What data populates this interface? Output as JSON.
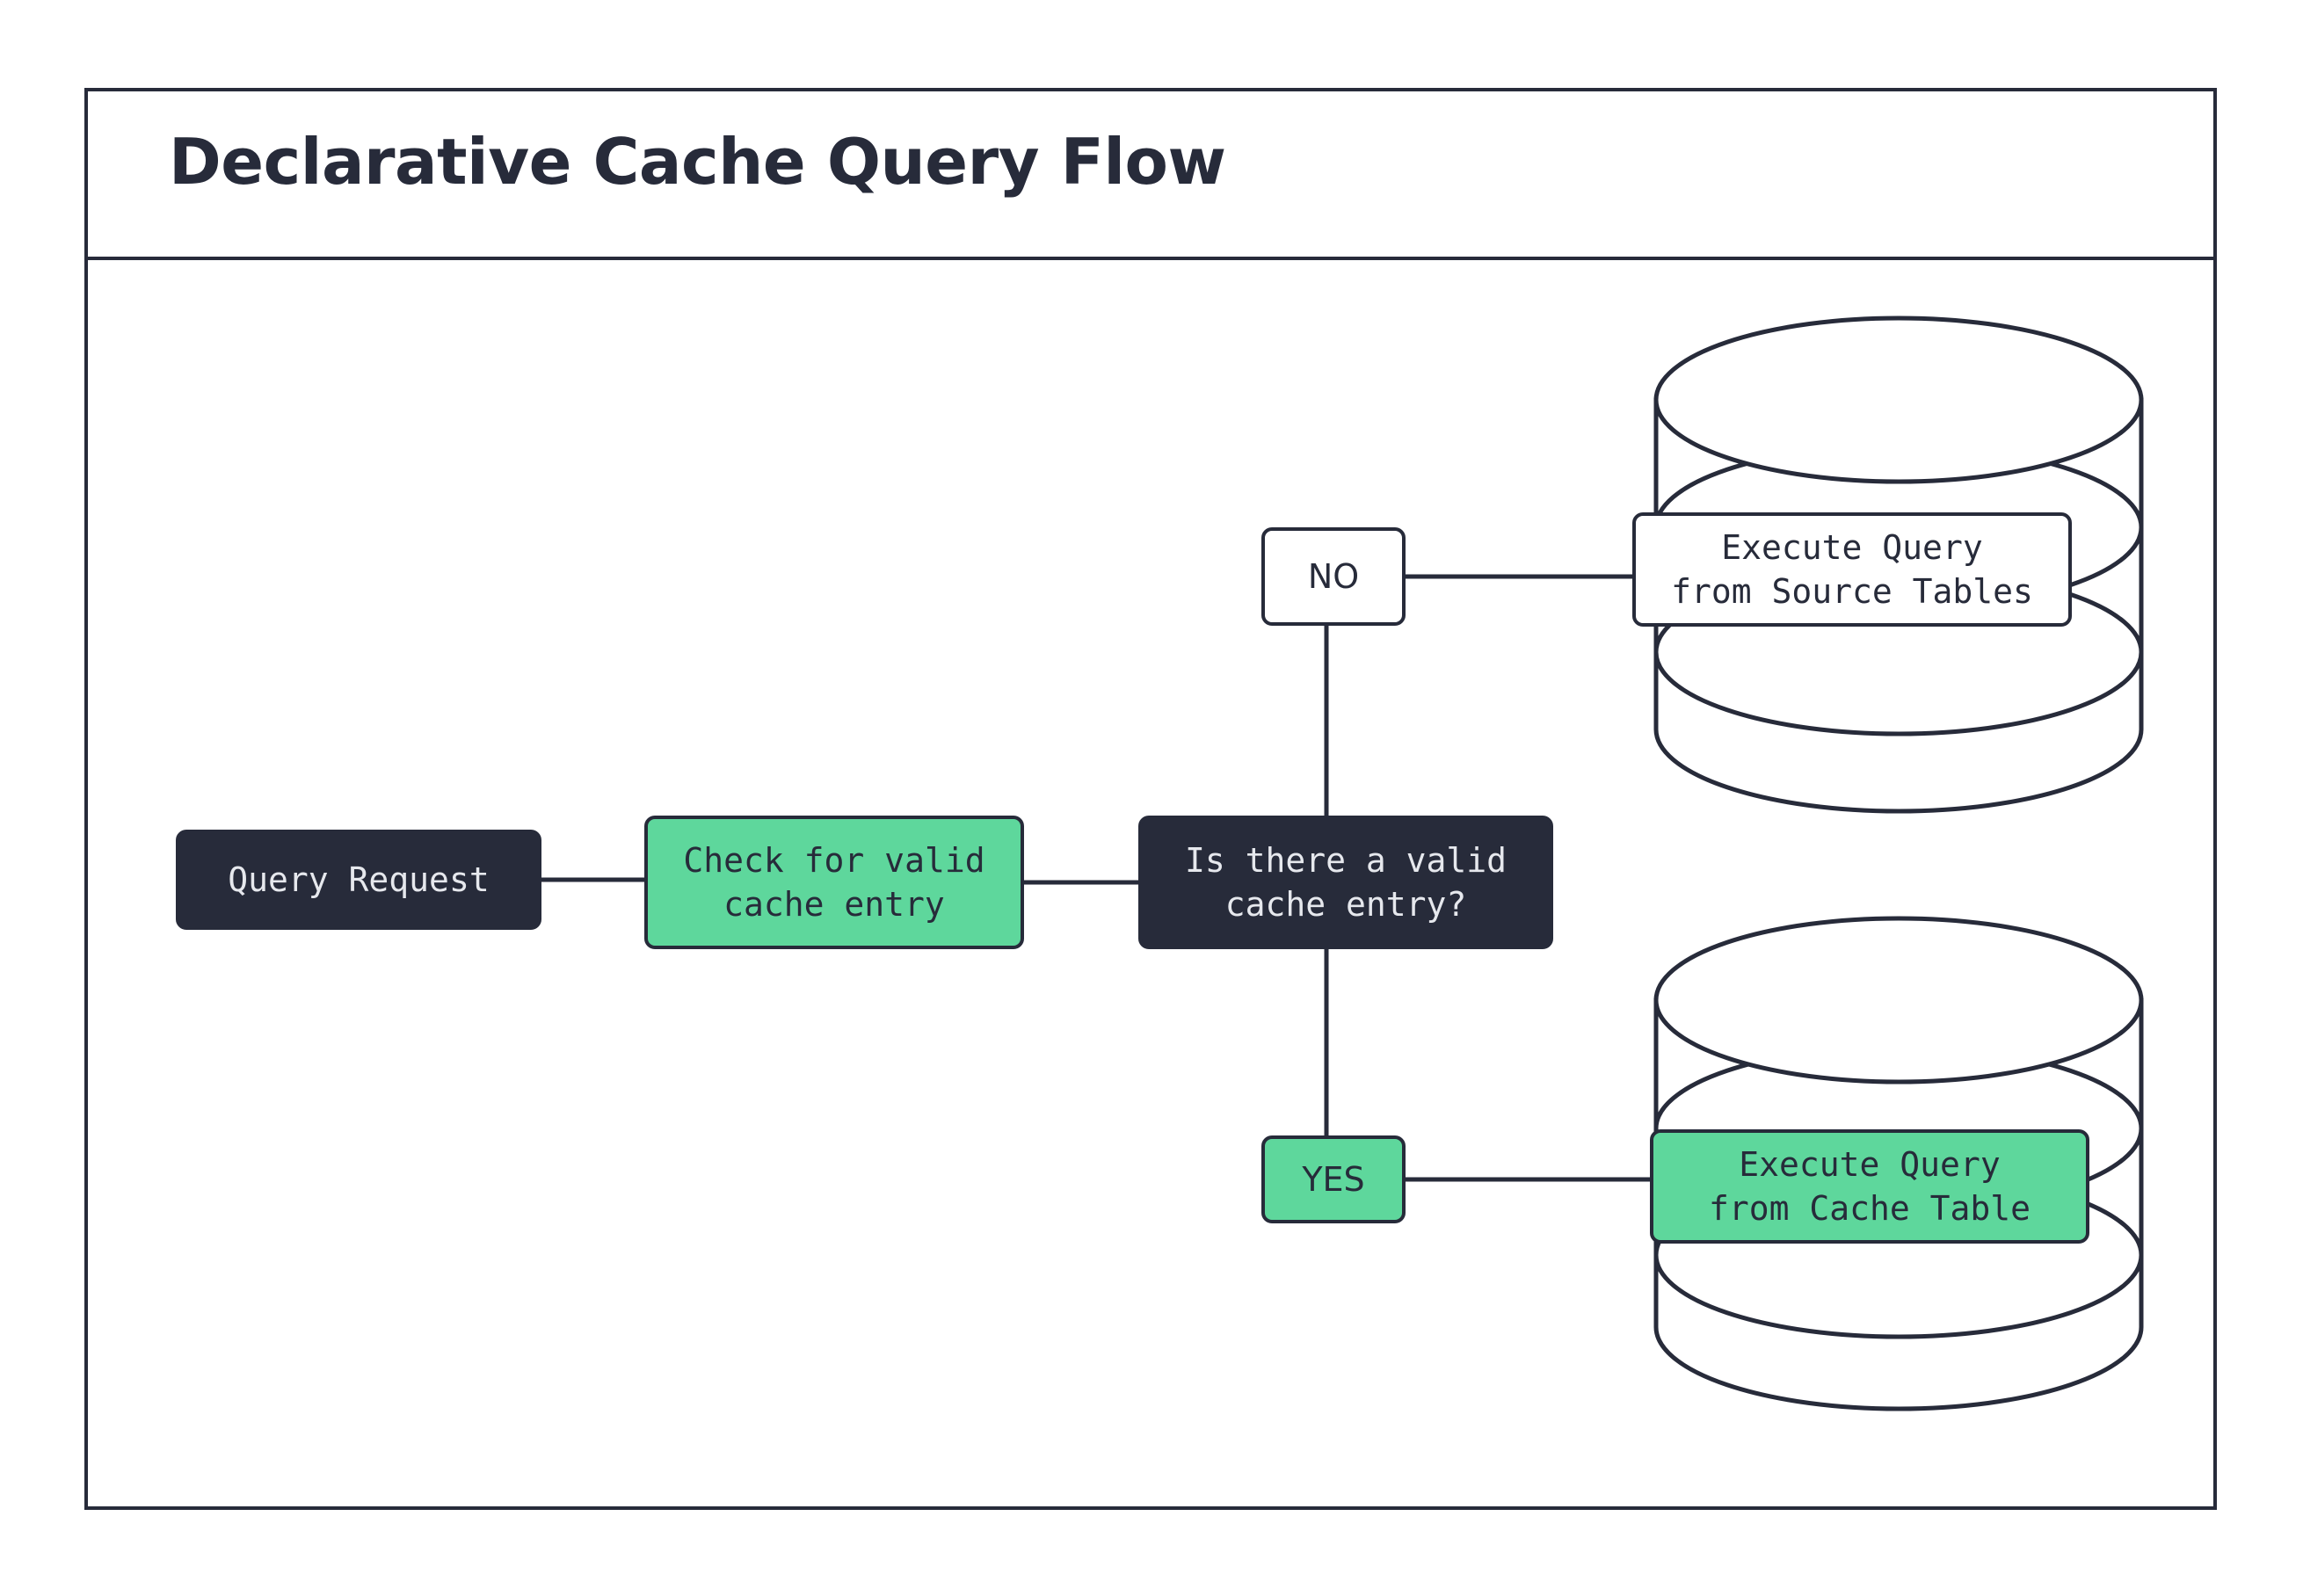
{
  "header": {
    "title": "Declarative Cache Query Flow"
  },
  "colors": {
    "dark": "#272b3a",
    "green": "#5ed79c",
    "white": "#ffffff",
    "text_light": "#e6e8ed"
  },
  "diagram": {
    "type": "flowchart",
    "nodes": [
      {
        "id": "query-request",
        "label": "Query Request",
        "shape": "rounded-rect",
        "style": "dark"
      },
      {
        "id": "check-cache",
        "label": "Check for valid\ncache entry",
        "shape": "rounded-rect",
        "style": "green"
      },
      {
        "id": "decision",
        "label": "Is there a valid\ncache entry?",
        "shape": "rounded-rect",
        "style": "dark"
      },
      {
        "id": "source-tables",
        "label": "Execute Query\nfrom Source Tables",
        "shape": "database-cylinder",
        "style": "white"
      },
      {
        "id": "cache-table",
        "label": "Execute Query\nfrom Cache Table",
        "shape": "database-cylinder",
        "style": "green"
      }
    ],
    "edge_labels": [
      {
        "id": "no",
        "label": "NO",
        "style": "white"
      },
      {
        "id": "yes",
        "label": "YES",
        "style": "green"
      }
    ],
    "edges": [
      {
        "from": "query-request",
        "to": "check-cache"
      },
      {
        "from": "check-cache",
        "to": "decision"
      },
      {
        "from": "decision",
        "to": "no"
      },
      {
        "from": "no",
        "to": "source-tables"
      },
      {
        "from": "decision",
        "to": "yes"
      },
      {
        "from": "yes",
        "to": "cache-table"
      }
    ]
  }
}
